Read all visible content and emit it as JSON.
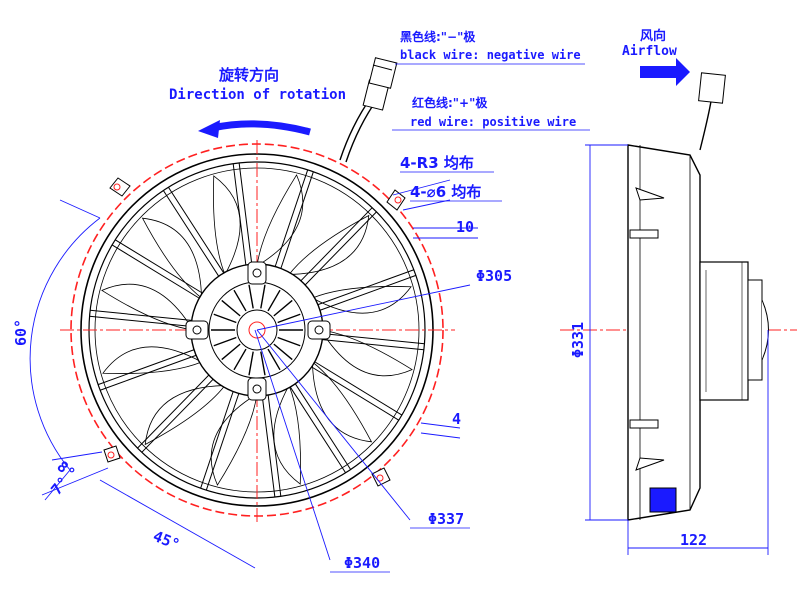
{
  "labels": {
    "rotation_cn": "旋转方向",
    "rotation_en": "Direction of rotation",
    "black_wire_cn": "黑色线:\"−\"极",
    "black_wire_en": "black wire: negative wire",
    "red_wire_cn": "红色线:\"+\"极",
    "red_wire_en": "red wire: positive wire",
    "airflow_cn": "风向",
    "airflow_en": "Airflow",
    "radius_note": "4-R3 均布",
    "hole_note": "4-⌀6 均布"
  },
  "dimensions": {
    "d305": "Φ305",
    "d337": "Φ337",
    "d340": "Φ340",
    "d331": "Φ331",
    "depth": "122",
    "tab_width": "10",
    "rim_width": "4",
    "angle_60": "60°",
    "angle_8": "8°",
    "angle_7": "7°",
    "angle_45": "45°"
  },
  "colors": {
    "outline": "#000000",
    "dimension": "#1a1aff",
    "centerline": "#ff2020",
    "arrow": "#1a1aff"
  }
}
